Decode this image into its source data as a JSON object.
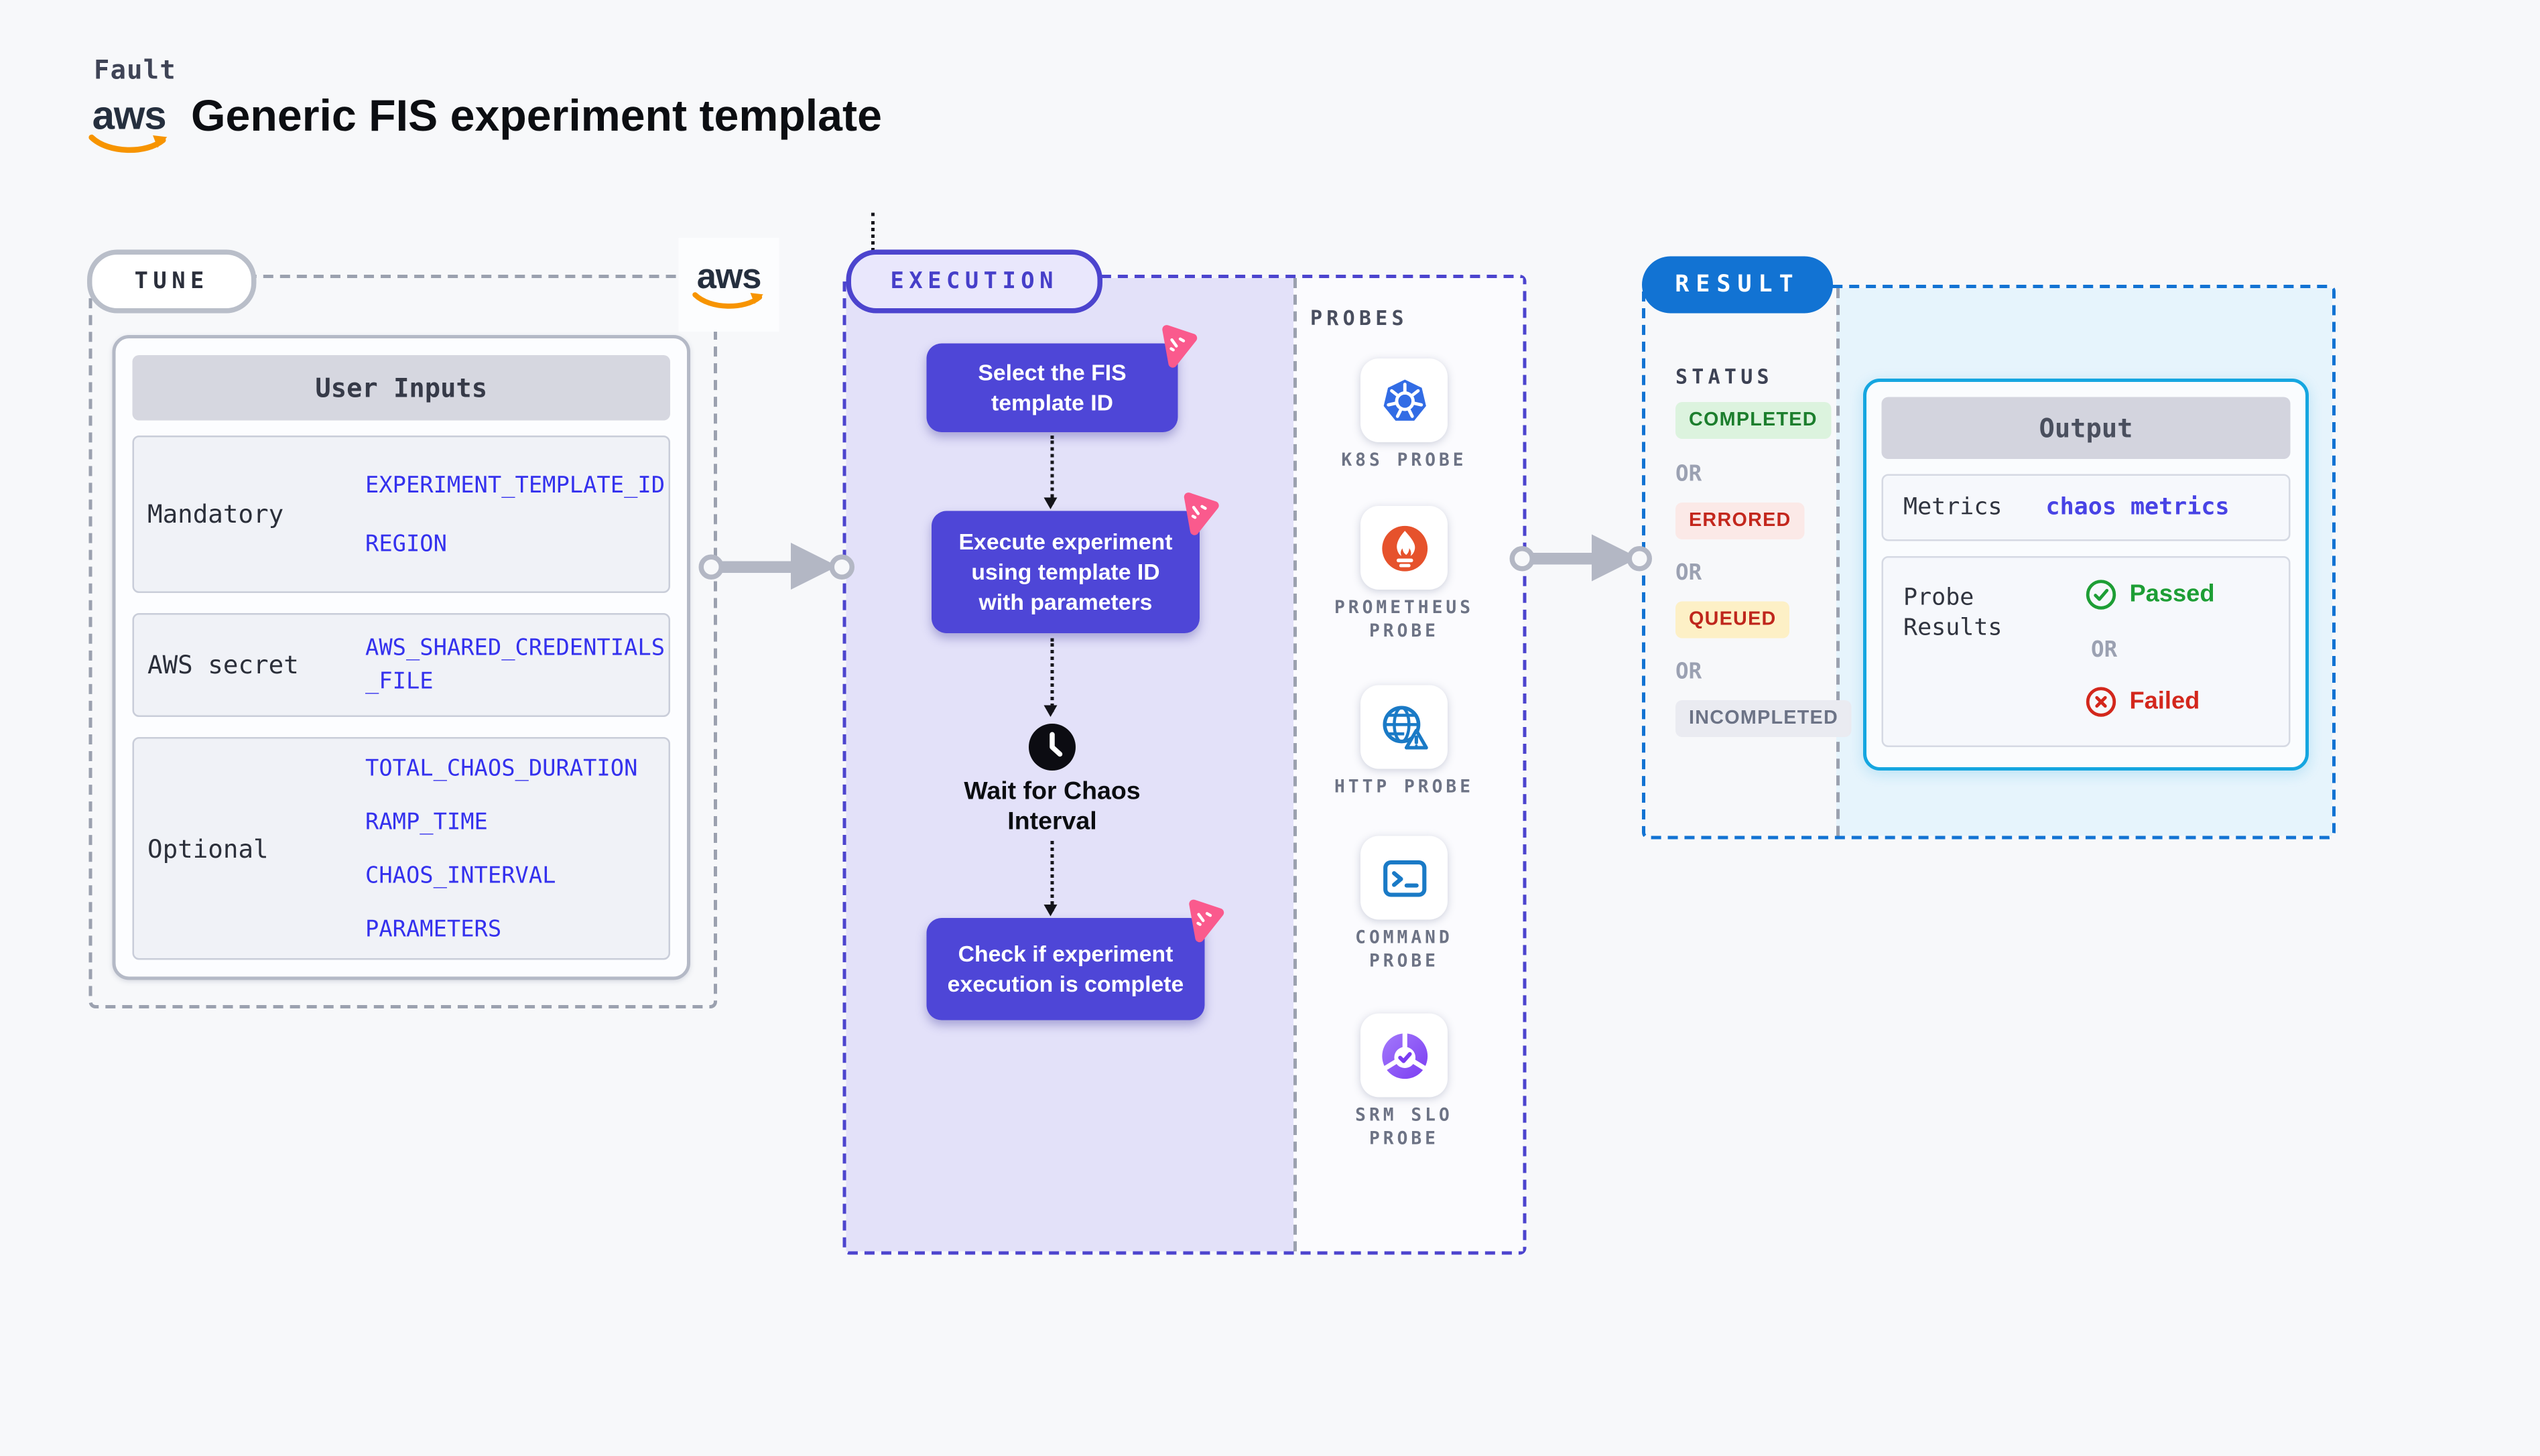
{
  "colors": {
    "page_bg": "#f7f8fa",
    "gray_dash": "#9ba1af",
    "indigo_accent": "#4c44ce",
    "indigo_node": "#4e46d7",
    "indigo_panel_bg": "#e3e1f9",
    "pink_badge": "#fa5a8d",
    "result_blue": "#1273d3",
    "cyan_border": "#15a6e0",
    "cyan_bg": "#e6f4fc",
    "value_blue": "#3431ee",
    "green": "#1d9e35",
    "red": "#d3271c",
    "aws_orange": "#f79400",
    "connector_gray": "#b3b7c4"
  },
  "header": {
    "brand": "Fault",
    "aws_wordmark": "aws",
    "title": "Generic FIS experiment template"
  },
  "tune": {
    "label": "TUNE",
    "card": {
      "header": "User Inputs",
      "rows": [
        {
          "label": "Mandatory",
          "values": [
            "EXPERIMENT_TEMPLATE_ID",
            "REGION"
          ]
        },
        {
          "label": "AWS secret",
          "values": [
            "AWS_SHARED_CREDENTIALS",
            "_FILE"
          ]
        },
        {
          "label": "Optional",
          "values": [
            "TOTAL_CHAOS_DURATION",
            "RAMP_TIME",
            "CHAOS_INTERVAL",
            "PARAMETERS"
          ]
        }
      ]
    }
  },
  "execution": {
    "label": "EXECUTION",
    "steps": {
      "select": {
        "lines": [
          "Select the FIS",
          "template ID"
        ]
      },
      "execute": {
        "lines": [
          "Execute experiment",
          "using template ID",
          "with parameters"
        ]
      },
      "wait": {
        "icon": "clock-icon",
        "lines": [
          "Wait for Chaos",
          "Interval"
        ]
      },
      "check": {
        "lines": [
          "Check if experiment",
          "execution is complete"
        ]
      }
    },
    "probes": {
      "label": "PROBES",
      "items": [
        {
          "name": "K8S PROBE",
          "icon": "kubernetes-icon",
          "lines": [
            "K8S PROBE"
          ]
        },
        {
          "name": "PROMETHEUS PROBE",
          "icon": "prometheus-icon",
          "lines": [
            "PROMETHEUS",
            "PROBE"
          ]
        },
        {
          "name": "HTTP PROBE",
          "icon": "http-globe-warning-icon",
          "lines": [
            "HTTP PROBE"
          ]
        },
        {
          "name": "COMMAND PROBE",
          "icon": "terminal-icon",
          "lines": [
            "COMMAND",
            "PROBE"
          ]
        },
        {
          "name": "SRM SLO PROBE",
          "icon": "slo-pie-check-icon",
          "lines": [
            "SRM SLO",
            "PROBE"
          ]
        }
      ]
    }
  },
  "result": {
    "label": "RESULT",
    "status": {
      "label": "STATUS",
      "or": "OR",
      "badges": [
        {
          "text": "COMPLETED",
          "bg": "#dcf3de",
          "color": "#1c7e2d"
        },
        {
          "text": "ERRORED",
          "bg": "#fbe9e7",
          "color": "#c3271d"
        },
        {
          "text": "QUEUED",
          "bg": "#fdf0c6",
          "color": "#bf261c"
        },
        {
          "text": "INCOMPLETED",
          "bg": "#eaebf1",
          "color": "#6c7386"
        }
      ]
    },
    "output": {
      "header": "Output",
      "metrics_label": "Metrics",
      "metrics_value": "chaos metrics",
      "probe_results_lines": [
        "Probe",
        "Results"
      ],
      "or": "OR",
      "passed": "Passed",
      "failed": "Failed"
    }
  }
}
